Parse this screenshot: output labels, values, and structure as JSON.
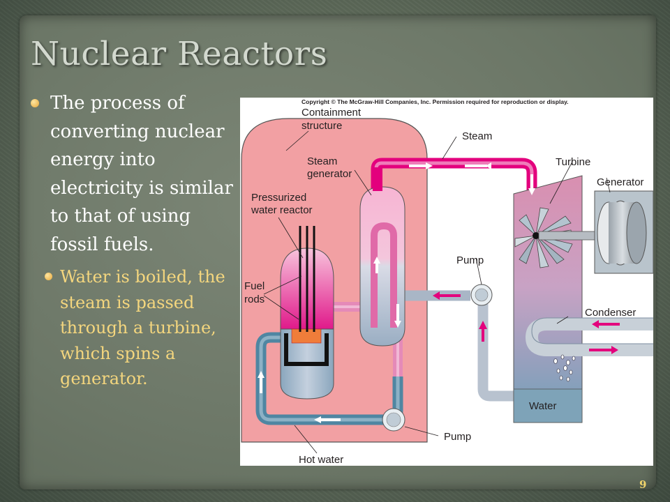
{
  "slide": {
    "title": "Nuclear Reactors",
    "bullet_main": "The process of converting nuclear energy into electricity is similar to that of using fossil fuels.",
    "bullet_sub": "Water is boiled, the steam is passed through a turbine, which spins a generator.",
    "page_number": "9"
  },
  "figure": {
    "copyright": "Copyright © The McGraw-Hill Companies, Inc. Permission required for reproduction or display.",
    "labels": {
      "containment_1": "Containment",
      "containment_2": "structure",
      "steam_gen_1": "Steam",
      "steam_gen_2": "generator",
      "pwr_1": "Pressurized",
      "pwr_2": "water reactor",
      "fuel_1": "Fuel",
      "fuel_2": "rods",
      "steam": "Steam",
      "turbine": "Turbine",
      "generator": "Generator",
      "pump_upper": "Pump",
      "condenser": "Condenser",
      "water": "Water",
      "pump_lower": "Pump",
      "hot_water": "Hot water"
    },
    "colors": {
      "containment": "#f29c9e",
      "hot_pipe": "#e3007d",
      "cool_pipe": "#5f8fa8",
      "turbine_housing": "#d88aa8"
    }
  }
}
